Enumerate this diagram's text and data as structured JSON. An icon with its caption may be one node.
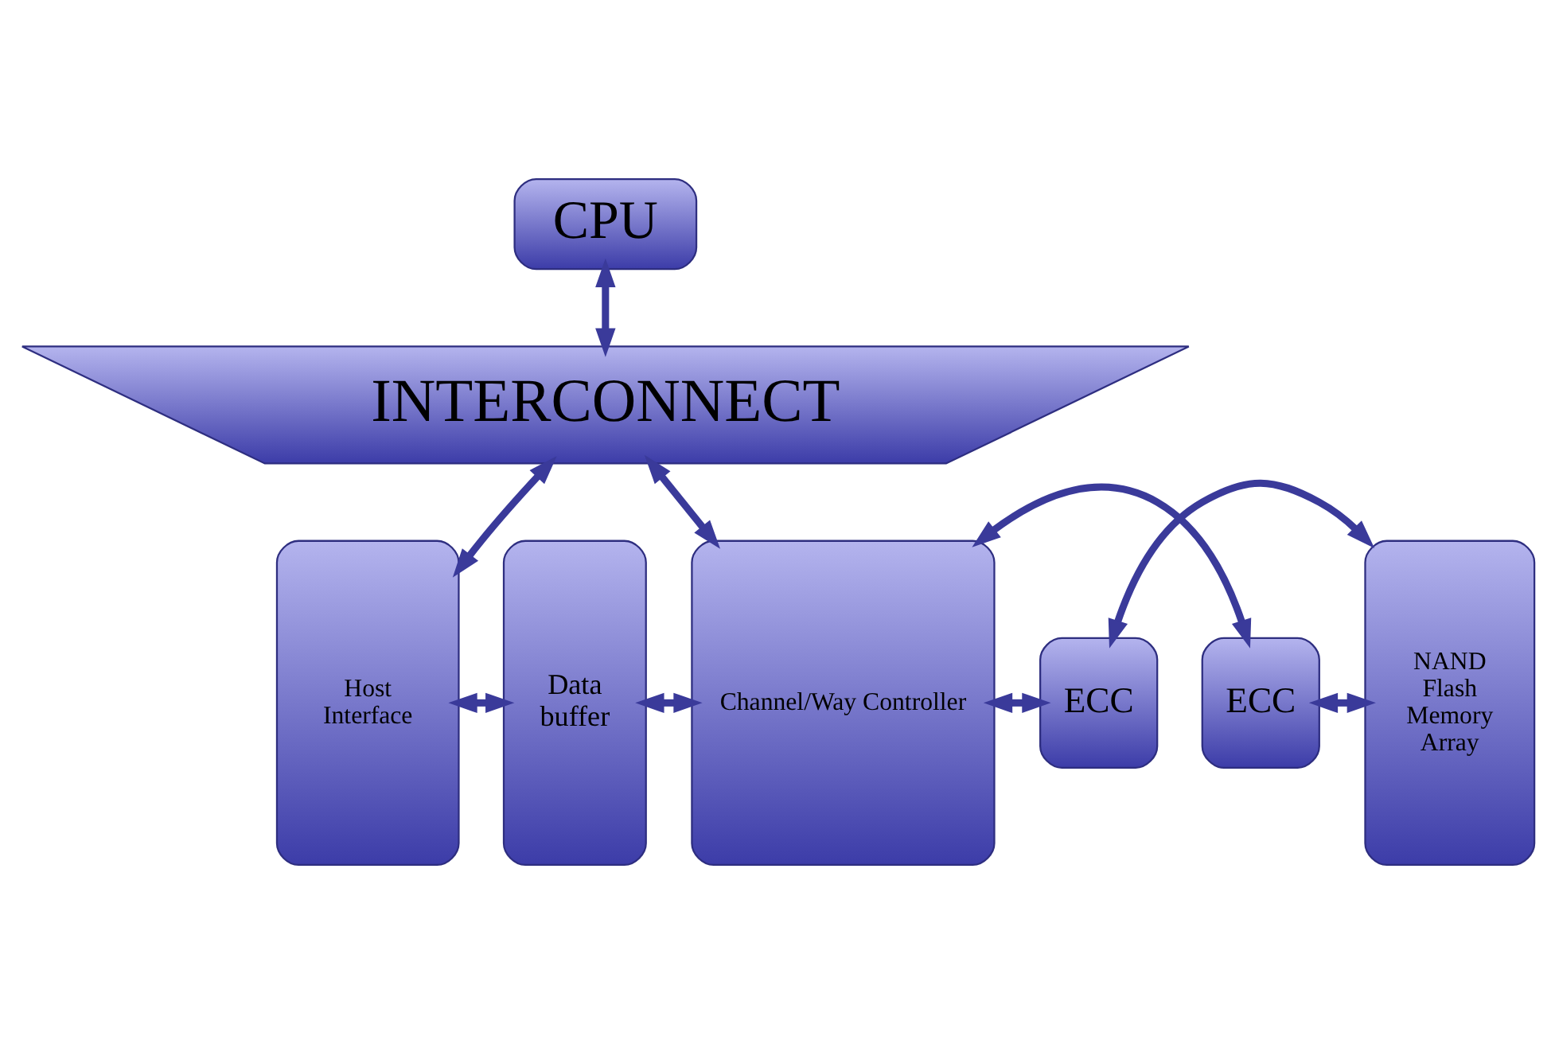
{
  "diagram": {
    "nodes": [
      {
        "text": [
          "CPU"
        ]
      },
      {
        "text": [
          "INTERCONNECT"
        ]
      },
      {
        "text": [
          "Host Interface"
        ]
      },
      {
        "text": [
          "Data buffer"
        ]
      },
      {
        "text": [
          "Channel/Way Controller"
        ]
      },
      {
        "text": [
          "ECC"
        ]
      },
      {
        "text": [
          "ECC"
        ]
      },
      {
        "text": [
          "NAND Flash Memory Array"
        ]
      }
    ],
    "edges": [
      {
        "from": 0,
        "to": 1,
        "arrow": "both"
      },
      {
        "from": 1,
        "to": 2,
        "arrow": "both"
      },
      {
        "from": 1,
        "to": 4,
        "arrow": "both"
      },
      {
        "from": 2,
        "to": 3,
        "arrow": "both"
      },
      {
        "from": 3,
        "to": 4,
        "arrow": "both"
      },
      {
        "from": 4,
        "to": 5,
        "arrow": "both"
      },
      {
        "from": 4,
        "to": 6,
        "arrow": "both"
      },
      {
        "from": 5,
        "to": 7,
        "arrow": "both"
      },
      {
        "from": 6,
        "to": 7,
        "arrow": "both"
      }
    ]
  }
}
